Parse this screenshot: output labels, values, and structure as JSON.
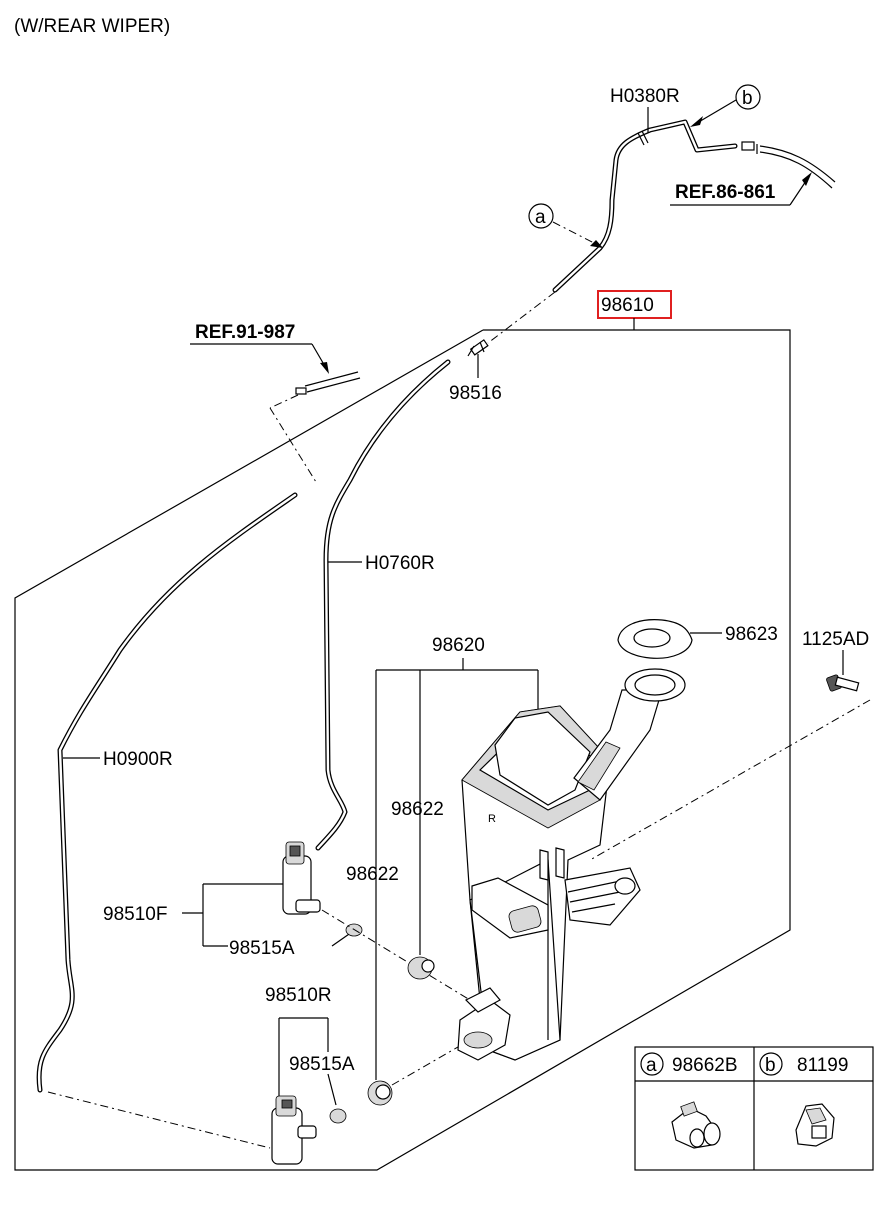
{
  "header": {
    "note": "(W/REAR WIPER)"
  },
  "references": {
    "ref_86": "REF.86-861",
    "ref_91": "REF.91-987"
  },
  "callouts": {
    "a": "a",
    "b": "b"
  },
  "parts": {
    "main_assy": "98610",
    "hose_top": "H0380R",
    "connector": "98516",
    "hose_mid": "H0760R",
    "hose_long": "H0900R",
    "reservoir": "98620",
    "cap": "98623",
    "bolt": "1125AD",
    "grommet_upper": "98622",
    "grommet_lower": "98622",
    "pump_front": "98510F",
    "filter_front": "98515A",
    "pump_rear": "98510R",
    "filter_rear": "98515A"
  },
  "legend": {
    "items": [
      {
        "mark": "a",
        "code": "98662B"
      },
      {
        "mark": "b",
        "code": "81199"
      }
    ]
  },
  "colors": {
    "highlight_box": "#e02020",
    "line": "#000000"
  }
}
